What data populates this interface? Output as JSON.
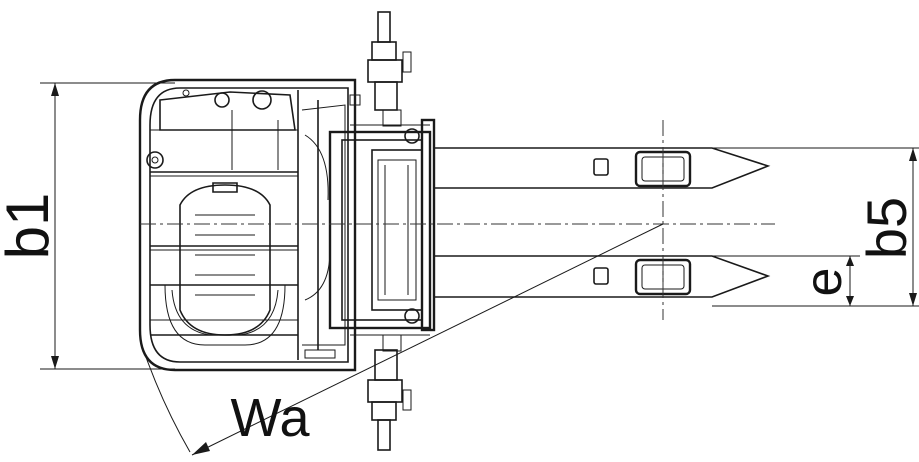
{
  "dimensions": {
    "b1": "b1",
    "b5": "b5",
    "e": "e",
    "wa": "Wa"
  },
  "colors": {
    "line": "#1a1a1a",
    "background": "#ffffff"
  }
}
